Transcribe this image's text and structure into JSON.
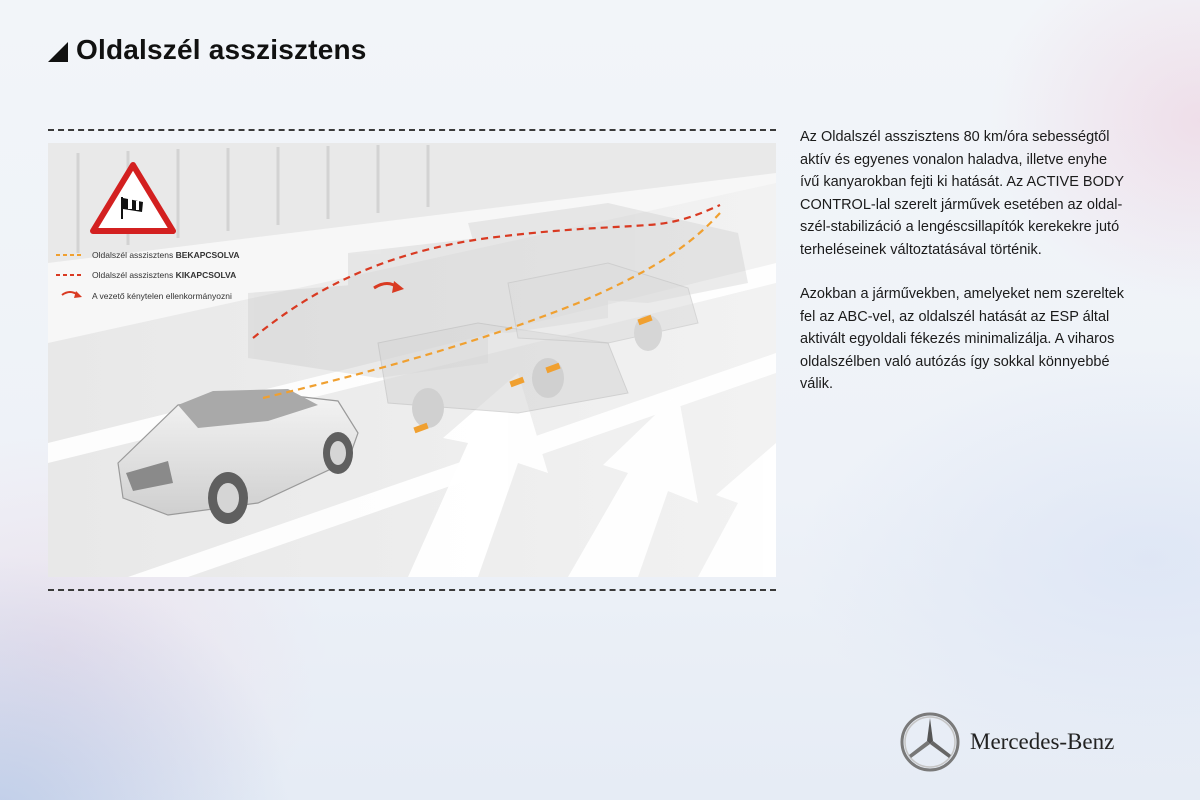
{
  "title": "Oldalszél asszisztens",
  "legend": [
    {
      "prefix": "Oldalszél asszisztens ",
      "bold": "BEKAPCSOLVA",
      "color": "#f0a030"
    },
    {
      "prefix": "Oldalszél asszisztens ",
      "bold": "KIKAPCSOLVA",
      "color": "#d93a22"
    },
    {
      "prefix": "A vezető kénytelen ellenkormányozni",
      "bold": "",
      "color": "#d93a22"
    }
  ],
  "paragraphs": [
    "Az Oldalszél asszisztens 80 km/óra sebességtől aktív és egyenes vonalon haladva, illetve enyhe ívű kanyarokban fejti ki hatását. Az ACTIVE BODY CONTROL-lal szerelt járművek esetében az oldal-szél-stabilizáció a lengéscsillapítók kerekekre jutó terheléseinek változtatásával történik.",
    "Azokban a járművekben, amelyeket nem szereltek fel az ABC-vel, az oldalszél hatását az ESP által aktivált egyoldali fékezés minimalizálja. A viharos oldalszélben való autózás így sokkal könnyebbé válik."
  ],
  "brand": "Mercedes-Benz",
  "icons": {
    "warning": "windsock-warning-icon",
    "logo": "mercedes-star-icon",
    "steer": "curved-arrow-icon"
  }
}
